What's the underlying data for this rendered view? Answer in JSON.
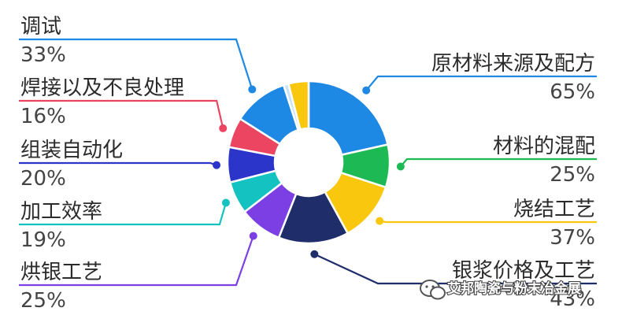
{
  "chart_data": {
    "type": "pie",
    "title": "",
    "slices": [
      {
        "label": "原材料来源及配方",
        "value": "65%",
        "share": 0.215,
        "color": "#1e88e5"
      },
      {
        "label": "材料的混配",
        "value": "25%",
        "share": 0.085,
        "color": "#1db954"
      },
      {
        "label": "烧结工艺",
        "value": "37%",
        "share": 0.12,
        "color": "#f9c80e"
      },
      {
        "label": "银浆价格及工艺",
        "value": "43%",
        "share": 0.14,
        "color": "#1f2d6b"
      },
      {
        "label": "烘银工艺",
        "value": "25%",
        "share": 0.085,
        "color": "#7b3fe4"
      },
      {
        "label": "加工效率",
        "value": "19%",
        "share": 0.065,
        "color": "#14c2c2"
      },
      {
        "label": "组装自动化",
        "value": "20%",
        "share": 0.07,
        "color": "#2c35c9"
      },
      {
        "label": "焊接以及不良处理",
        "value": "16%",
        "share": 0.06,
        "color": "#ec4561"
      },
      {
        "label": "调试",
        "value": "33%",
        "share": 0.11,
        "color": "#1e88e5"
      },
      {
        "label": "",
        "value": "",
        "share": 0.01,
        "color": "#c7e3f7"
      },
      {
        "label": "",
        "value": "",
        "share": 0.04,
        "color": "#f9c80e"
      }
    ],
    "legend": "callouts"
  },
  "watermark": {
    "text": "艾邦陶瓷与粉末冶金展"
  }
}
